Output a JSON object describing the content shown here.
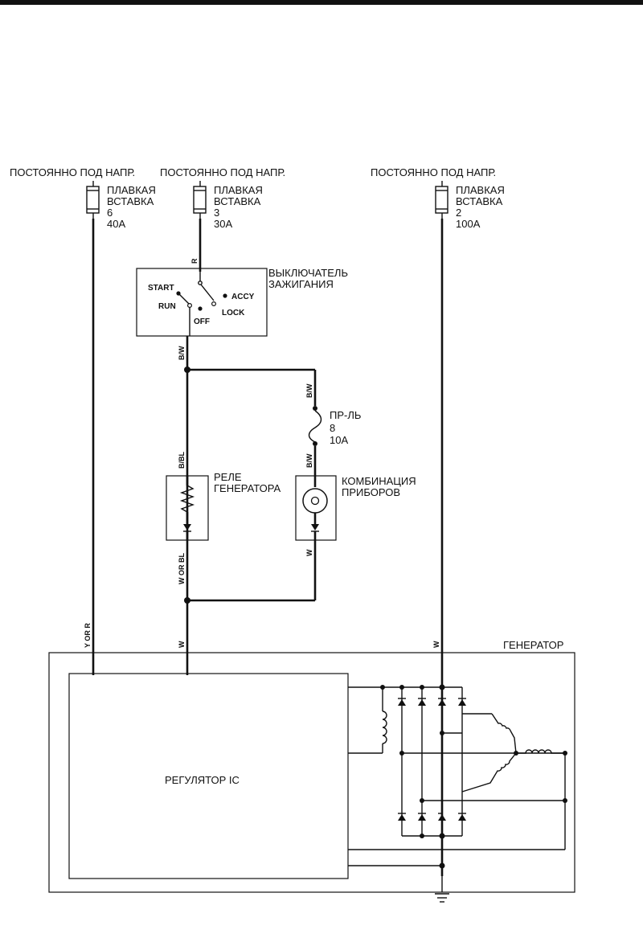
{
  "supply": {
    "left": "ПОСТОЯННО ПОД НАПР.",
    "middle": "ПОСТОЯННО ПОД НАПР.",
    "right": "ПОСТОЯННО ПОД НАПР."
  },
  "fusible_links": [
    {
      "line1": "ПЛАВКАЯ",
      "line2": "ВСТАВКА",
      "number": "6",
      "rating": "40A"
    },
    {
      "line1": "ПЛАВКАЯ",
      "line2": "ВСТАВКА",
      "number": "3",
      "rating": "30A"
    },
    {
      "line1": "ПЛАВКАЯ",
      "line2": "ВСТАВКА",
      "number": "2",
      "rating": "100A"
    }
  ],
  "ignition_switch": {
    "line1": "ВЫКЛЮЧАТЕЛЬ",
    "line2": "ЗАЖИГАНИЯ",
    "positions": {
      "start": "START",
      "run": "RUN",
      "off": "OFF",
      "lock": "LOCK",
      "accy": "ACCY"
    }
  },
  "fuse": {
    "line1": "ПР-ЛЬ",
    "number": "8",
    "rating": "10A"
  },
  "relay": {
    "line1": "РЕЛЕ",
    "line2": "ГЕНЕРАТОРА"
  },
  "instrument_cluster": {
    "line1": "КОМБИНАЦИЯ",
    "line2": "ПРИБОРОВ"
  },
  "generator": {
    "label": "ГЕНЕРАТОР"
  },
  "regulator": {
    "label": "РЕГУЛЯТОР IC"
  },
  "wire_colors": {
    "r_top": "R",
    "bw_switch": "B/W",
    "bw_branch": "B/W",
    "bw_lamp": "B/W",
    "bbl_relay": "B/BL",
    "wbl_relay": "W OR BL",
    "w_lamp": "W",
    "y_or_r": "Y OR R",
    "w_middle": "W",
    "w_right": "W"
  }
}
